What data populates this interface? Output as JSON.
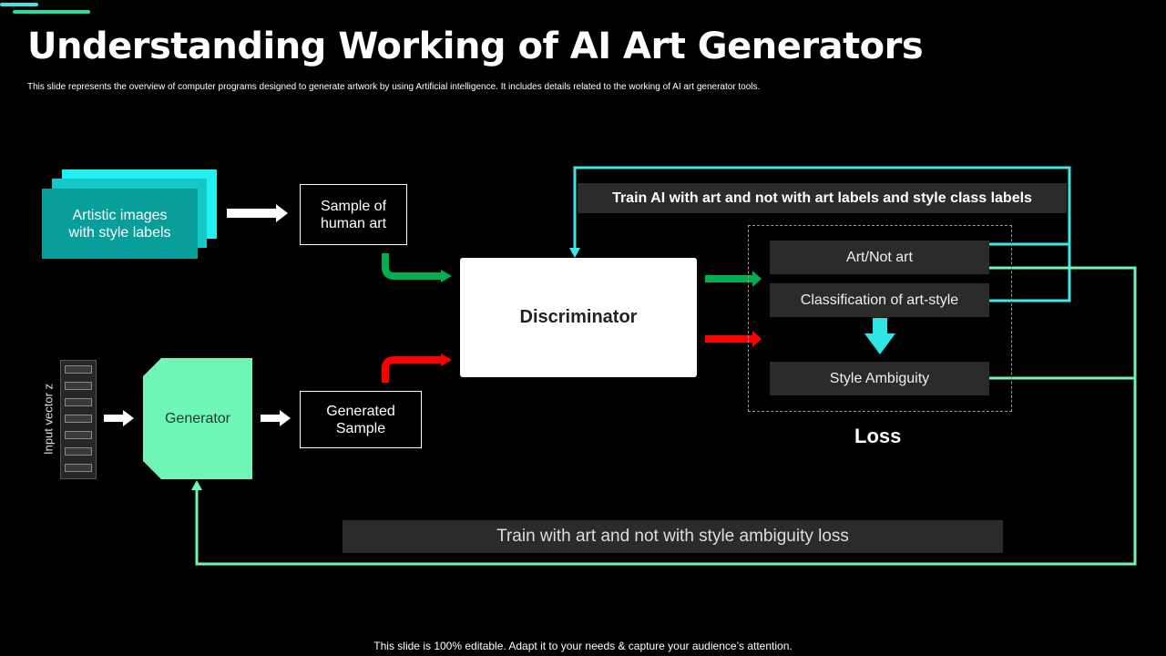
{
  "slide": {
    "title": "Understanding Working of AI Art Generators",
    "subtitle": "This slide represents the overview of computer programs designed to generate artwork by using Artificial intelligence. It includes details related to the working of AI art generator tools.",
    "footer": "This slide is 100% editable. Adapt it to your needs & capture your audience’s attention."
  },
  "diagram": {
    "artistic_images": "Artistic images with style labels",
    "sample_human_art": "Sample of human art",
    "input_vector": "Input vector z",
    "generator": "Generator",
    "generated_sample": "Generated Sample",
    "discriminator": "Discriminator",
    "train_top": "Train AI with art and not with art labels and style class labels",
    "loss_items": [
      "Art/Not art",
      "Classification of art-style",
      "Style Ambiguity"
    ],
    "loss_label": "Loss",
    "train_bottom": "Train with art and not with style ambiguity loss"
  },
  "colors": {
    "background": "#000000",
    "accent_cyan": "#3ee6e6",
    "accent_mint": "#6ff5b5",
    "arrow_green": "#00b050",
    "arrow_red": "#ff0000",
    "teal_card": "#0a9e9a"
  }
}
